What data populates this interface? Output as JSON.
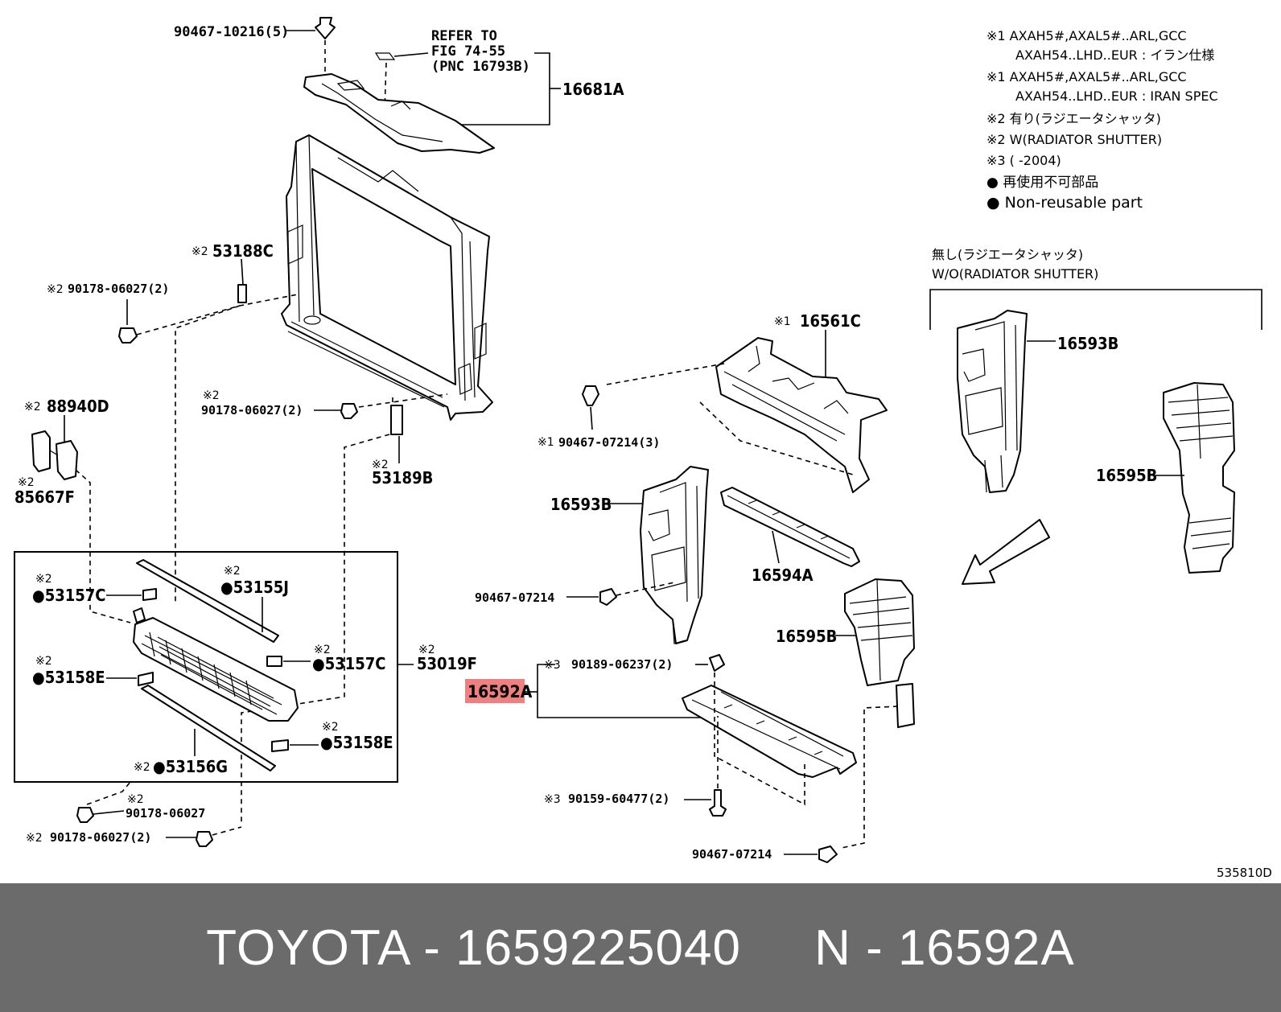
{
  "labels": {
    "p90467_10216": "90467-10216(5)",
    "refer_1": "REFER TO",
    "refer_2": "FIG 74-55",
    "refer_3": "(PNC 16793B)",
    "p16681A": "16681A",
    "p53188C": "53188C",
    "p90178_06027_a": "90178-06027(2)",
    "p90178_06027_b": "90178-06027(2)",
    "p88940D": "88940D",
    "p85667F": "85667F",
    "p53189B": "53189B",
    "p53157C_a": "●53157C",
    "p53155J": "●53155J",
    "p53158E_a": "●53158E",
    "p53157C_b": "●53157C",
    "p53019F": "53019F",
    "p53158E_b": "●53158E",
    "p53156G": "●53156G",
    "p90178_06027_c": "90178-06027",
    "p90178_06027_d": "90178-06027(2)",
    "p16561C": "16561C",
    "p90467_07214_3": "90467-07214(3)",
    "p16593B_a": "16593B",
    "p16594A": "16594A",
    "p90467_07214_a": "90467-07214",
    "p16595B_a": "16595B",
    "p90189_06237": "90189-06237(2)",
    "p16592A": "16592A",
    "p90159_60477": "90159-60477(2)",
    "p90467_07214_b": "90467-07214",
    "p16593B_b": "16593B",
    "p16595B_b": "16595B",
    "wo_jp": "無し(ラジエータシャッタ)",
    "wo_en": "W/O(RADIATOR SHUTTER)",
    "diagram_id": "535810D",
    "m1": "※1",
    "m2": "※2",
    "m3": "※3"
  },
  "notes": [
    "※1 AXAH5#,AXAL5#..ARL,GCC",
    "AXAH54..LHD..EUR : イラン仕様",
    "※1 AXAH5#,AXAL5#..ARL,GCC",
    "AXAH54..LHD..EUR : IRAN SPEC",
    "※2 有り(ラジエータシャッタ)",
    "※2 W(RADIATOR SHUTTER)",
    "※3 (        -2004)",
    "● 再使用不可部品",
    "● Non-reusable part"
  ],
  "highlight_color": "#f08080",
  "footer": {
    "text": "TOYOTA - 1659225040     N - 16592A"
  }
}
